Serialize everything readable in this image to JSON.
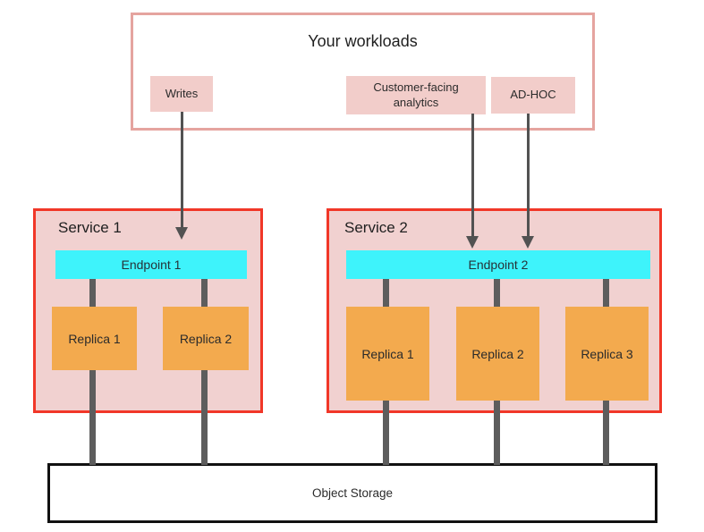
{
  "workloads": {
    "title": "Your workloads",
    "items": [
      {
        "label": "Writes"
      },
      {
        "label": "Customer-facing analytics"
      },
      {
        "label": "AD-HOC"
      }
    ]
  },
  "services": [
    {
      "title": "Service 1",
      "endpoint": "Endpoint 1",
      "replicas": [
        "Replica 1",
        "Replica 2"
      ]
    },
    {
      "title": "Service 2",
      "endpoint": "Endpoint 2",
      "replicas": [
        "Replica 1",
        "Replica 2",
        "Replica 3"
      ]
    }
  ],
  "storage": {
    "label": "Object Storage"
  },
  "colors": {
    "workload_border": "#e5a49f",
    "workload_item_bg": "#f2cdca",
    "service_border": "#f13728",
    "service_bg": "#f1d1d0",
    "endpoint_bg": "#3ef3fb",
    "replica_bg": "#f3aa4e",
    "connector": "#5d5d5d",
    "arrow": "#525252",
    "storage_border": "#111111"
  }
}
